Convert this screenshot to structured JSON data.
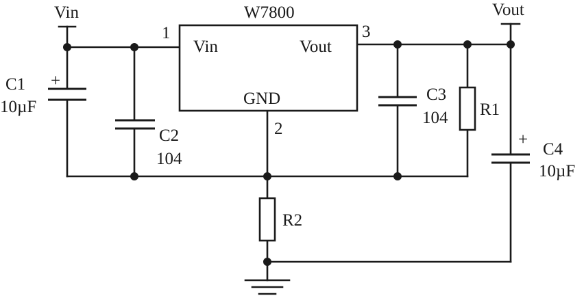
{
  "ic": {
    "name": "W7800",
    "pin_vin": "Vin",
    "pin_vout": "Vout",
    "pin_gnd": "GND"
  },
  "pins": {
    "p1": "1",
    "p2": "2",
    "p3": "3"
  },
  "rails": {
    "vin": "Vin",
    "vout": "Vout"
  },
  "components": {
    "c1": {
      "name": "C1",
      "value": "10µF",
      "polarity": "+"
    },
    "c2": {
      "name": "C2",
      "value": "104"
    },
    "c3": {
      "name": "C3",
      "value": "104"
    },
    "c4": {
      "name": "C4",
      "value": "10µF",
      "polarity": "+"
    },
    "r1": {
      "name": "R1"
    },
    "r2": {
      "name": "R2"
    }
  }
}
